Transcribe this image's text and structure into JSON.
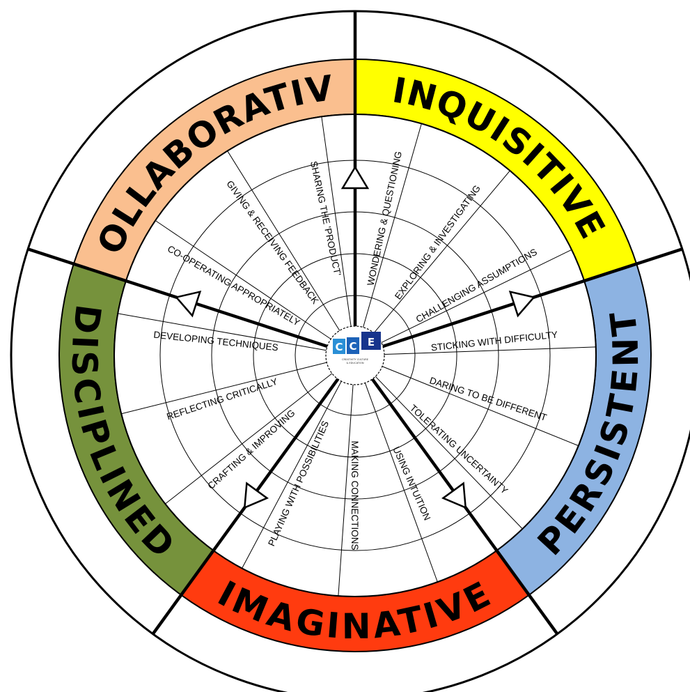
{
  "logo": {
    "letters": [
      "C",
      "C",
      "E"
    ],
    "subtitle_line1": "CREATIVITY CULTURE",
    "subtitle_line2": "& EDUCATION",
    "colors": [
      "#2a8fd6",
      "#1d62b8",
      "#17348c"
    ]
  },
  "dimensions": [
    {
      "id": "inquisitive",
      "label": "INQUISITIVE",
      "color": "#ffff00",
      "habits": [
        "WONDERING & QUESTIONING",
        "EXPLORING & INVESTIGATING",
        "CHALLENGING ASSUMPTIONS"
      ]
    },
    {
      "id": "persistent",
      "label": "PERSISTENT",
      "color": "#8db3e2",
      "habits": [
        "STICKING WITH DIFFICULTY",
        "DARING TO BE DIFFERENT",
        "TOLERATING UNCERTAINTY"
      ]
    },
    {
      "id": "imaginative",
      "label": "IMAGINATIVE",
      "color": "#ff3b0f",
      "habits": [
        "USING INTUITION",
        "MAKING CONNECTIONS",
        "PLAYING WITH POSSIBILITIES"
      ]
    },
    {
      "id": "disciplined",
      "label": "DISCIPLINED",
      "color": "#76923c",
      "habits": [
        "CRAFTING & IMPROVING",
        "REFLECTING CRITICALLY",
        "DEVELOPING TECHNIQUES"
      ]
    },
    {
      "id": "collaborative",
      "label": "COLLABORATIVE",
      "color": "#fabf8f",
      "habits": [
        "CO-OPERATING APPROPRIATELY",
        "GIVING & RECEIVING FEEDBACK",
        "SHARING THE 'PRODUCT'"
      ]
    }
  ]
}
